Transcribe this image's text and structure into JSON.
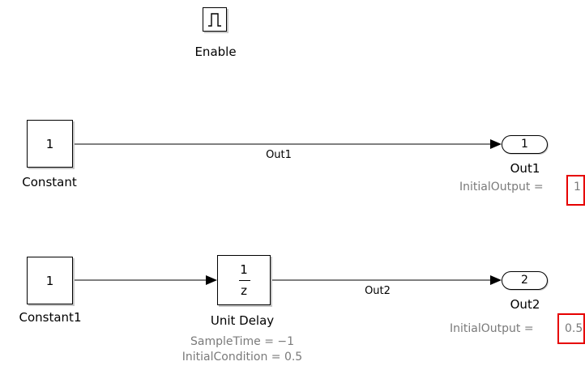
{
  "enable": {
    "label": "Enable",
    "icon": "pulse-icon"
  },
  "constant": {
    "value": "1",
    "label": "Constant"
  },
  "constant1": {
    "value": "1",
    "label": "Constant1"
  },
  "unit_delay": {
    "numerator": "1",
    "denominator": "z",
    "label": "Unit Delay",
    "sample_time": "SampleTime = −1",
    "initial_condition": "InitialCondition = 0.5"
  },
  "out1": {
    "port_number": "1",
    "label": "Out1",
    "signal_label": "Out1",
    "initial_output_prefix": "InitialOutput =",
    "initial_output_value": "1"
  },
  "out2": {
    "port_number": "2",
    "label": "Out2",
    "signal_label": "Out2",
    "initial_output_prefix": "InitialOutput =",
    "initial_output_value": "0.5"
  },
  "colors": {
    "highlight": "#e60000",
    "parameter_text": "#7a7a7a",
    "line": "#000000"
  }
}
